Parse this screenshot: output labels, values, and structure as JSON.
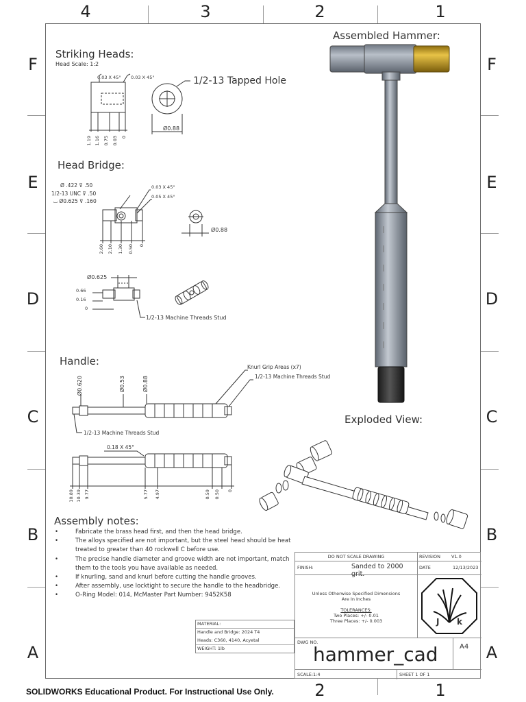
{
  "zones": {
    "top": [
      "4",
      "3",
      "2",
      "1"
    ],
    "bottom": [
      "2",
      "1"
    ],
    "left": [
      "F",
      "E",
      "D",
      "C",
      "B",
      "A"
    ],
    "right": [
      "F",
      "E",
      "D",
      "C",
      "B",
      "A"
    ]
  },
  "sections": {
    "striking_heads": "Striking Heads:",
    "head_scale": "Head Scale: 1:2",
    "head_bridge": "Head Bridge:",
    "handle": "Handle:",
    "assembled": "Assembled Hammer:",
    "exploded": "Exploded View:",
    "assembly_notes": "Assembly notes:"
  },
  "callouts": {
    "chamfer_a": "0.03 X 45°",
    "chamfer_b": "0.03 X 45°",
    "tapped_hole": "1/2-13 Tapped Hole",
    "dia_088_a": "Ø0.88",
    "head_dims": [
      "1.19",
      "1.16",
      "0.75",
      "0.03",
      "0"
    ],
    "bridge_hole_1": "Ø .422 ⊽ .50",
    "bridge_hole_2": "1/2-13 UNC ⊽ .50",
    "bridge_hole_3": "⌴ Ø0.625 ⊽ .160",
    "bridge_chamfer_1": "0.03 X 45°",
    "bridge_chamfer_2": "0.05 X 45°",
    "dia_088_b": "Ø0.88",
    "bridge_dims": [
      "2.60",
      "2.10",
      "1.30",
      "0.50",
      "0"
    ],
    "dia_0625": "Ø0.625",
    "stud_dims": [
      "0.66",
      "0.16",
      "0"
    ],
    "stud_label": "1/2-13 Machine Threads Stud",
    "knurl_label": "Knurl Grip Areas (x7)",
    "handle_stud_right": "1/2-13 Machine Threads Stud",
    "handle_stud_left": "1/2-13 Machine Threads Stud",
    "handle_dias": [
      "Ø0.620",
      "Ø0.53",
      "Ø0.88"
    ],
    "handle_chamfer": "0.18 X 45°",
    "handle_dims_left": [
      "10.89",
      "10.39",
      "9.77"
    ],
    "handle_dims_mid": [
      "5.77",
      "4.97"
    ],
    "handle_dims_right": [
      "0.59",
      "0.50",
      "0"
    ]
  },
  "notes": [
    "Fabricate the brass head first, and then the head bridge.",
    "The alloys specified are not important, but the steel head should be heat treated to greater than 40 rockwell C before use.",
    "The precise handle diameter and groove width are not important, match them to the tools you have available as needed.",
    "If knurling, sand and knurl before cutting the handle grooves.",
    "After assembly, use locktight to secure the handle to the headbridge.",
    "O-Ring Model: 014, McMaster Part Number: 9452K58"
  ],
  "title_block": {
    "do_not_scale": "DO NOT SCALE DRAWING",
    "revision_label": "REVISION",
    "revision": "V1.0",
    "finish_label": "FINISH:",
    "finish": "Sanded to 2000 grit.",
    "date_label": "DATE",
    "date": "12/13/2023",
    "dims_note_1": "Unless Otherwise Specified Dimensions",
    "dims_note_2": "Are In Inches",
    "tolerances_label": "TOLERANCES:",
    "tol_two": "Two Places: +/- 0.01",
    "tol_three": "Three Places: +/- 0.003",
    "material_label": "MATERIAL:",
    "material_1": "Handle and Bridge: 2024 T4",
    "material_2": "Heads: C360, 4140, Acyetal",
    "weight_label": "WEIGHT:",
    "weight": "1lb",
    "dwg_no_label": "DWG NO.",
    "dwg_name": "hammer_cad",
    "size": "A4",
    "scale": "SCALE:1:4",
    "sheet": "SHEET 1 OF 1",
    "logo_left": "J",
    "logo_right": "k"
  },
  "footer": "SOLIDWORKS Educational Product. For Instructional Use Only.",
  "colors": {
    "steel": "#8e97a3",
    "brass": "#c9a227",
    "acetal": "#2e2e2e",
    "line": "#333333"
  }
}
